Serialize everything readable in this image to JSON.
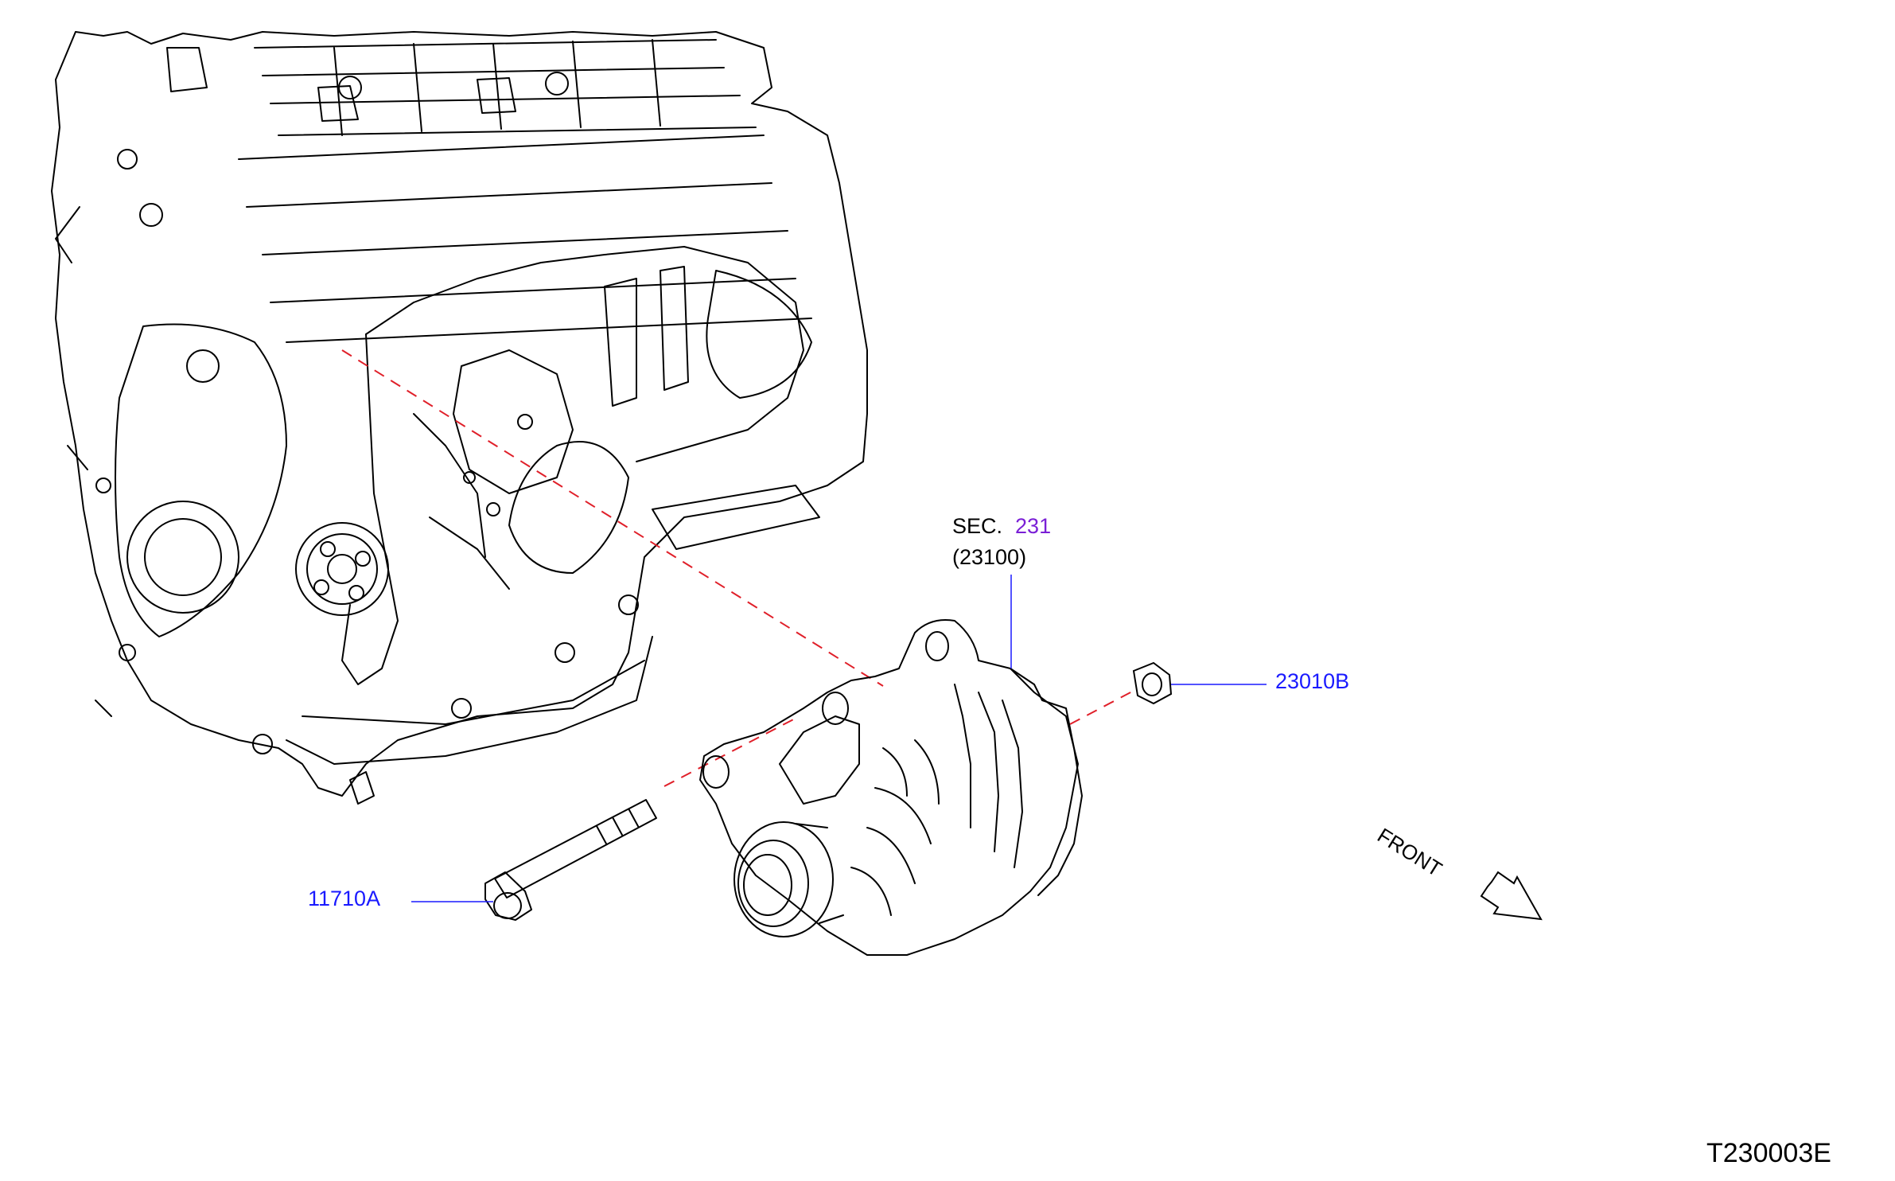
{
  "diagram_code": "T230003E",
  "section_ref": {
    "prefix": "SEC.",
    "number": "231",
    "sub": "(23100)"
  },
  "parts": [
    {
      "id": "11710a",
      "label": "11710A",
      "role": "bolt"
    },
    {
      "id": "23010b",
      "label": "23010B",
      "role": "nut"
    }
  ],
  "orientation_label": "FRONT",
  "colors": {
    "part_label": "#1a1aff",
    "section_number": "#7a1fd6",
    "mounting_line": "#e0202a",
    "drawing": "#000000"
  }
}
